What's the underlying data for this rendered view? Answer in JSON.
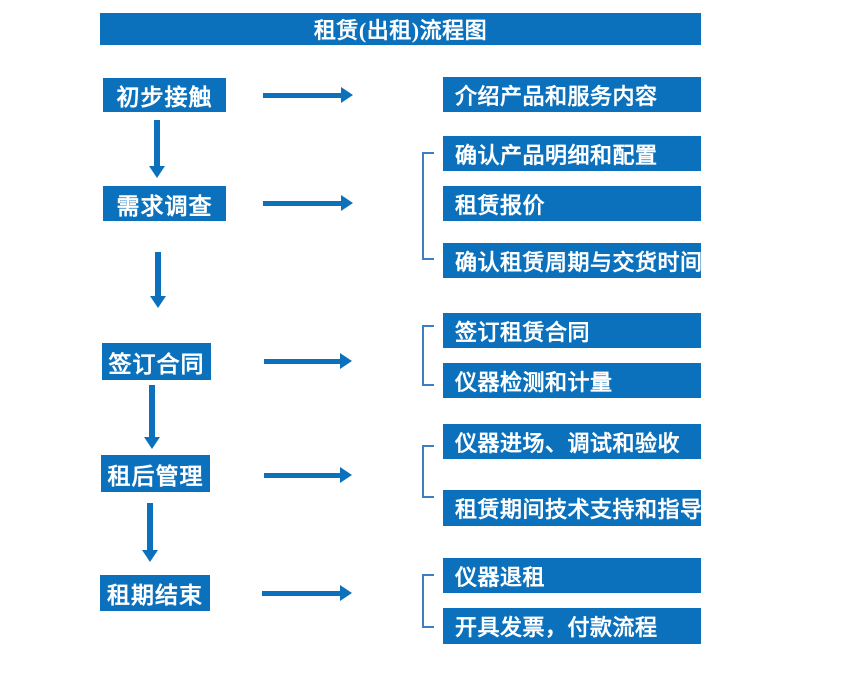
{
  "title": "租赁(出租)流程图",
  "colors": {
    "box_fill": "#0C71BC",
    "box_text": "#FFFFFF",
    "arrow": "#0C71BC",
    "bracket": "#3E7FC4",
    "background": "#FFFFFF"
  },
  "steps": [
    {
      "label": "初步接触",
      "details": [
        "介绍产品和服务内容"
      ]
    },
    {
      "label": "需求调查",
      "details": [
        "确认产品明细和配置",
        "租赁报价",
        "确认租赁周期与交货时间"
      ]
    },
    {
      "label": "签订合同",
      "details": [
        "签订租赁合同",
        "仪器检测和计量"
      ]
    },
    {
      "label": "租后管理",
      "details": [
        "仪器进场、调试和验收",
        "租赁期间技术支持和指导"
      ]
    },
    {
      "label": "租期结束",
      "details": [
        "仪器退租",
        "开具发票，付款流程"
      ]
    }
  ]
}
